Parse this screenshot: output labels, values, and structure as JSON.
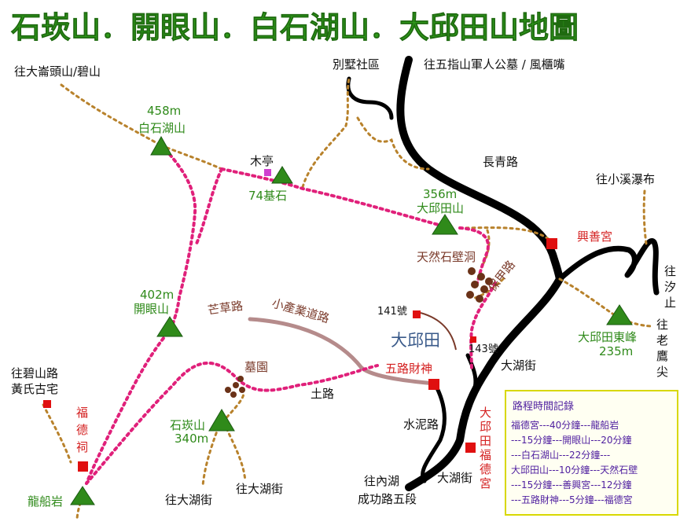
{
  "title": "石崁山．開眼山．白石湖山．大邱田山地圖",
  "colors": {
    "title": "#2f9a1a",
    "peak": "#2f8a1a",
    "temple": "#d42020",
    "trail_main": "#e0207a",
    "trail_side": "#b8822c",
    "road": "#000000",
    "industrial_road": "#b58b8b",
    "legend_border": "#d8d800",
    "legend_text": "#5020a0",
    "note": "#7a3a2a"
  },
  "peaks": {
    "baishihu": {
      "elev": "458m",
      "name": "白石湖山"
    },
    "jishi": {
      "label": "74基石"
    },
    "dacitian": {
      "elev": "356m",
      "name": "大邱田山"
    },
    "kaiyan": {
      "elev": "402m",
      "name": "開眼山"
    },
    "shikan": {
      "name": "石崁山",
      "elev": "340m"
    },
    "dongfeng": {
      "name": "大邱田東峰",
      "elev": "235m"
    },
    "longchuan": {
      "name": "龍船岩"
    }
  },
  "places": {
    "to_dalunshan": "往大崙頭山/碧山",
    "villa": "別墅社區",
    "to_wuzhi": "往五指山軍人公墓 / 風櫃嘴",
    "pavilion": "木亭",
    "changqing": "長青路",
    "to_waterfall": "往小溪瀑布",
    "xingshan": "興善宮",
    "cave": "天然石壁洞",
    "baojia": "保甲路",
    "to_xizhi": "往汐止",
    "to_laoying": "往老鷹尖",
    "no141": "141號",
    "no143": "143號",
    "dacitian_area": "大邱田",
    "mangcao": "芒草路",
    "industrial": "小產業道路",
    "cemetery": "墓園",
    "wulu": "五路財神",
    "dahu_st1": "大湖街",
    "dirt_road": "土路",
    "to_bishan": "往碧山路",
    "huang_house": "黃氏古宅",
    "fude_left": "福德祠",
    "fude_right": "大邱田福德宮",
    "cement": "水泥路",
    "to_dahu1": "往大湖街",
    "to_dahu2": "往大湖街",
    "dahu_st2": "大湖街",
    "to_neihu1": "往內湖",
    "to_neihu2": "成功路五段"
  },
  "legend": {
    "title": "路程時間記錄",
    "lines": [
      "福德宮---40分鐘---龍船岩",
      "---15分鐘---開眼山---20分鐘",
      "---白石湖山---22分鐘---",
      "大邱田山---10分鐘---天然石壁",
      "---15分鐘---善興宮---12分鐘",
      "---五路財神---5分鐘---福德宮"
    ]
  }
}
